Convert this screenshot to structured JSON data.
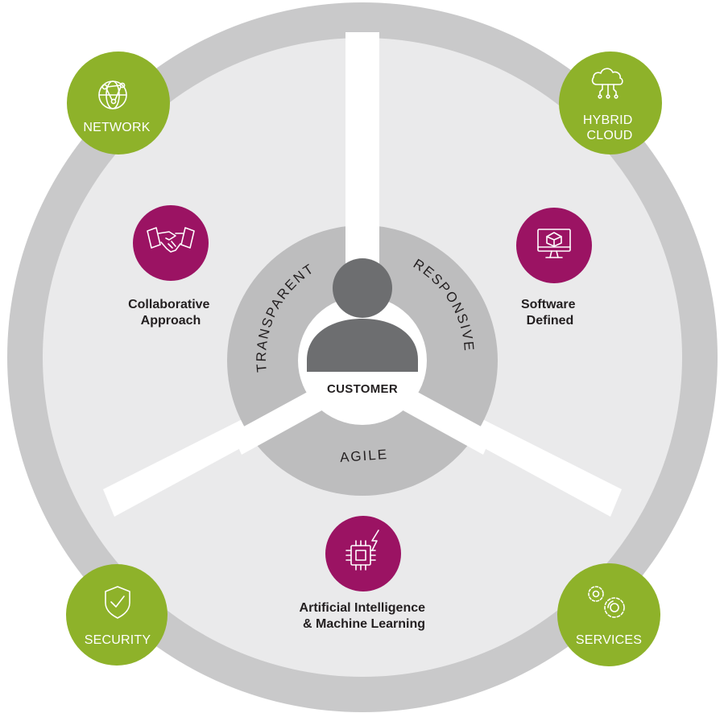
{
  "center": {
    "label": "CUSTOMER"
  },
  "ring_words": {
    "left": "TRANSPARENT",
    "right": "RESPONSIVE",
    "bottom": "AGILE"
  },
  "pillars": {
    "top_left": {
      "label_line1": "Collaborative",
      "label_line2": "Approach",
      "icon": "handshake-icon"
    },
    "top_right": {
      "label_line1": "Software",
      "label_line2": "Defined",
      "icon": "monitor-cube-icon"
    },
    "bottom": {
      "label_line1": "Artificial Intelligence",
      "label_line2": "& Machine Learning",
      "icon": "chip-lightning-icon"
    }
  },
  "outer_badges": {
    "network": {
      "label_line1": "NETWORK",
      "icon": "globe-network-icon"
    },
    "hybrid": {
      "label_line1": "HYBRID",
      "label_line2": "CLOUD",
      "icon": "cloud-circuit-icon"
    },
    "security": {
      "label_line1": "SECURITY",
      "icon": "shield-check-icon"
    },
    "services": {
      "label_line1": "SERVICES",
      "icon": "gears-icon"
    }
  },
  "colors": {
    "outer_ring": "#c9c9ca",
    "segment": "#eaeaeb",
    "separator": "#ffffff",
    "inner_ring": "#bdbdbe",
    "person": "#6d6e70",
    "green": "#8eb22a",
    "magenta": "#9b1363"
  }
}
